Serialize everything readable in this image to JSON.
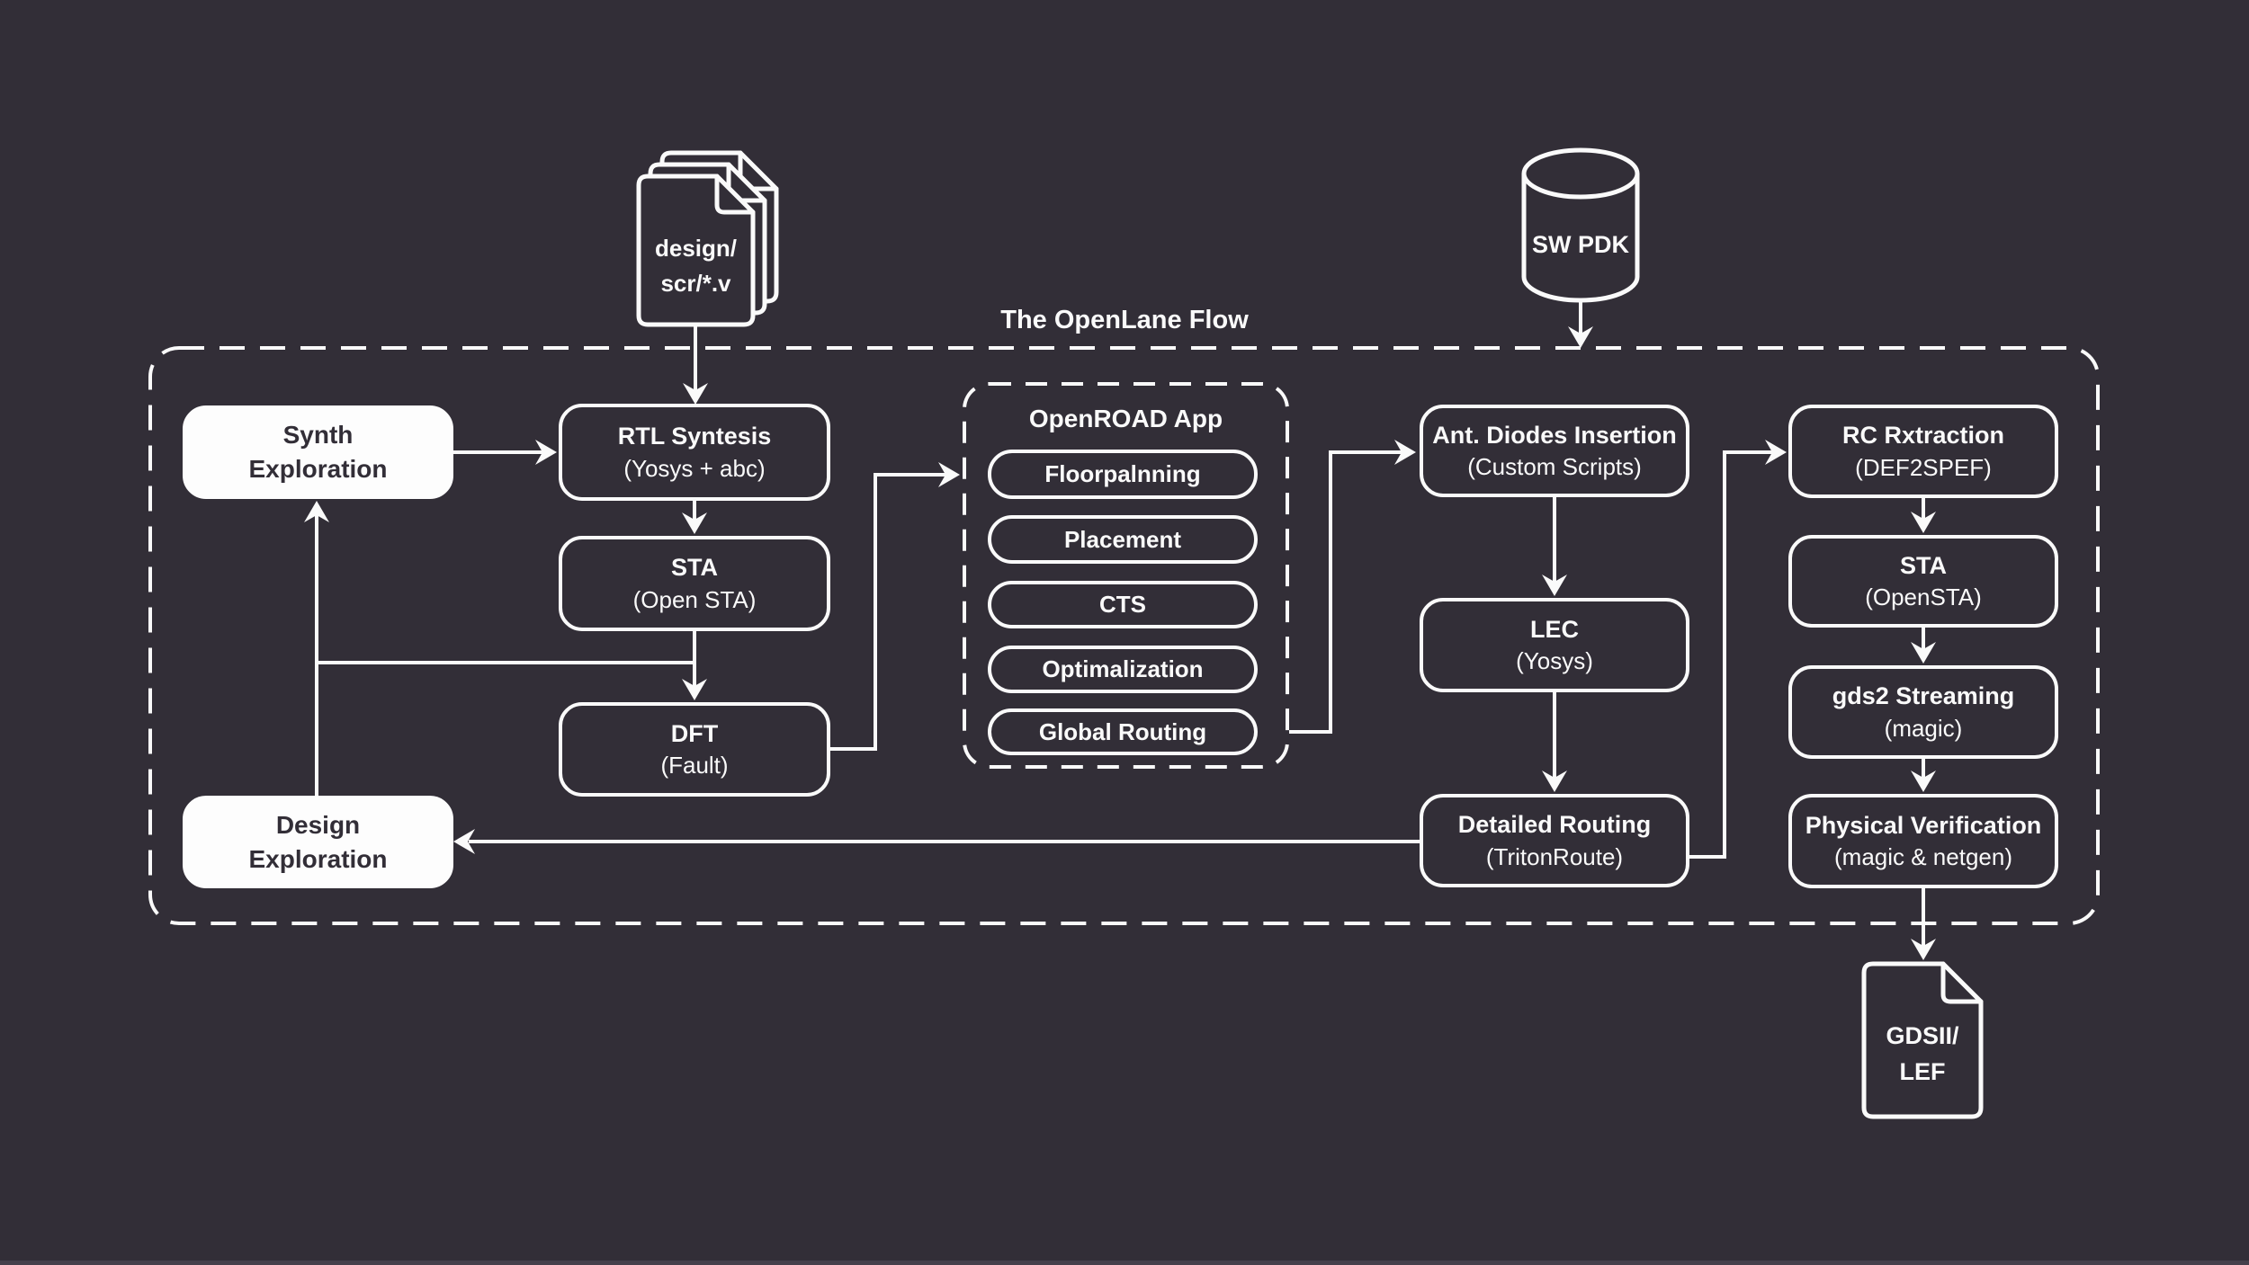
{
  "diagram": {
    "title": "The OpenLane Flow",
    "colors": {
      "background": "#322e37",
      "stroke": "#fafafa",
      "highlight_box_fill": "#fdfdfd",
      "highlight_box_text": "#322e37",
      "text": "#fafafa"
    },
    "inputs": {
      "design_files": {
        "icon": "document-stack-icon",
        "label": "design/\nscr/*.v"
      },
      "pdk": {
        "icon": "database-cylinder-icon",
        "label": "SW PDK"
      }
    },
    "nodes": {
      "synth_exploration": {
        "title": "Synth\nExploration"
      },
      "rtl_synthesis": {
        "title": "RTL Syntesis",
        "subtitle": "(Yosys + abc)"
      },
      "sta_open": {
        "title": "STA",
        "subtitle": "(Open STA)"
      },
      "dft": {
        "title": "DFT",
        "subtitle": "(Fault)"
      },
      "design_exploration": {
        "title": "Design\nExploration"
      },
      "ant_diodes": {
        "title": "Ant. Diodes Insertion",
        "subtitle": "(Custom Scripts)"
      },
      "lec": {
        "title": "LEC",
        "subtitle": "(Yosys)"
      },
      "detailed_routing": {
        "title": "Detailed Routing",
        "subtitle": "(TritonRoute)"
      },
      "rc_extraction": {
        "title": "RC Rxtraction",
        "subtitle": "(DEF2SPEF)"
      },
      "sta_open2": {
        "title": "STA",
        "subtitle": "(OpenSTA)"
      },
      "gds2_streaming": {
        "title": "gds2 Streaming",
        "subtitle": "(magic)"
      },
      "physical_verification": {
        "title": "Physical Verification",
        "subtitle": "(magic & netgen)"
      }
    },
    "openroad": {
      "title": "OpenROAD App",
      "steps": [
        "Floorpalnning",
        "Placement",
        "CTS",
        "Optimalization",
        "Global Routing"
      ]
    },
    "output": {
      "icon": "document-icon",
      "label": "GDSII/\nLEF"
    }
  }
}
